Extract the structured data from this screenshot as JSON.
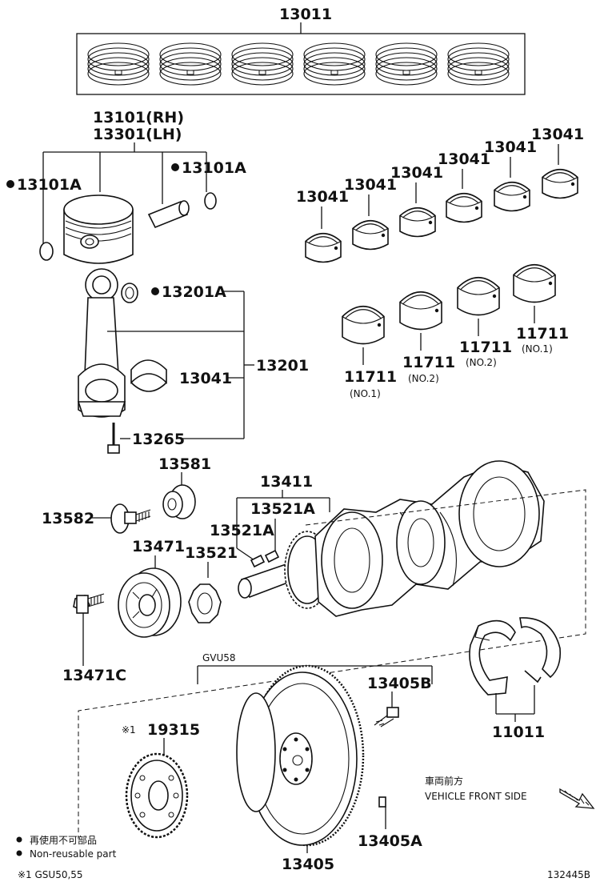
{
  "labels": {
    "piston_ring_set": "13011",
    "piston_rh": "13101(RH)",
    "piston_lh": "13301(LH)",
    "snap_ring_left": "13101A",
    "snap_ring_right": "13101A",
    "conrod_bushing": "13201A",
    "conrod_bearing": "13041",
    "conrod_assy": "13201",
    "conrod_bolt": "13265",
    "main_bearing_1": "13041",
    "main_bearing_2": "13041",
    "main_bearing_3": "13041",
    "main_bearing_4": "13041",
    "main_bearing_5": "13041",
    "main_bearing_6": "13041",
    "crank_bearing_no1_left": "11711",
    "crank_bearing_no1_left_sub": "(NO.1)",
    "crank_bearing_no2_left": "11711",
    "crank_bearing_no2_left_sub": "(NO.2)",
    "crank_bearing_no2_right": "11711",
    "crank_bearing_no2_right_sub": "(NO.2)",
    "crank_bearing_no1_right": "11711",
    "crank_bearing_no1_right_sub": "(NO.1)",
    "pulley_washer": "13581",
    "pulley_bolt": "13582",
    "crankshaft": "13411",
    "crank_key_upper": "13521A",
    "crank_key_lower": "13521A",
    "crank_pulley": "13471",
    "crank_sprocket": "13521",
    "pulley_bolt_sub": "13471C",
    "variant_gvu58": "GVU58",
    "flywheel_bolt": "13405B",
    "thrust_washer_set": "11011",
    "signal_plate_prefix": "※1",
    "signal_plate": "19315",
    "flywheel_pin": "13405A",
    "flywheel": "13405",
    "front_jp": "車両前方",
    "front_en": "VEHICLE FRONT SIDE",
    "legend_jp": "再使用不可部品",
    "legend_en": "Non-reusable part",
    "footnote": "※1 GSU50,55",
    "diagram_id": "132445B"
  },
  "icons": {
    "non_reusable_marker": "filled-circle",
    "front_direction": "hatched-arrow"
  }
}
